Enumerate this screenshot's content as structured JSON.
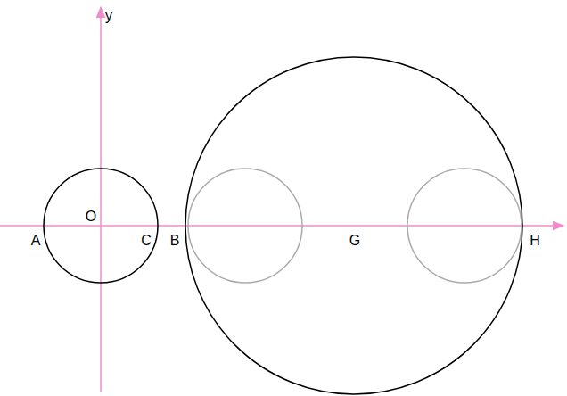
{
  "diagram": {
    "nodes": [
      {
        "text": [
          "O"
        ]
      },
      {
        "text": [
          "G"
        ]
      }
    ],
    "labels": [
      "y",
      "A",
      "C",
      "B",
      "H"
    ]
  }
}
